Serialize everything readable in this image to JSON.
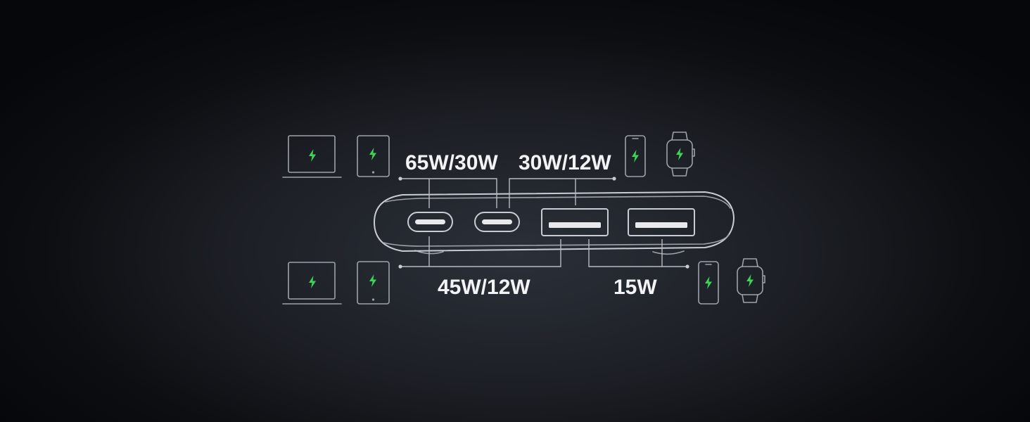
{
  "ports": {
    "usb_c1": {
      "label": "65W/30W",
      "paired_label": "45W/12W"
    },
    "usb_c2": {
      "label": "30W/12W"
    },
    "usb_a": {
      "label": "15W"
    }
  },
  "icons": [
    "laptop-icon",
    "tablet-icon",
    "phone-icon",
    "smartwatch-icon",
    "bolt-icon"
  ],
  "colors": {
    "bolt": "#3cd655",
    "outline": "#c9ccd2",
    "text": "#f2f3f5"
  }
}
